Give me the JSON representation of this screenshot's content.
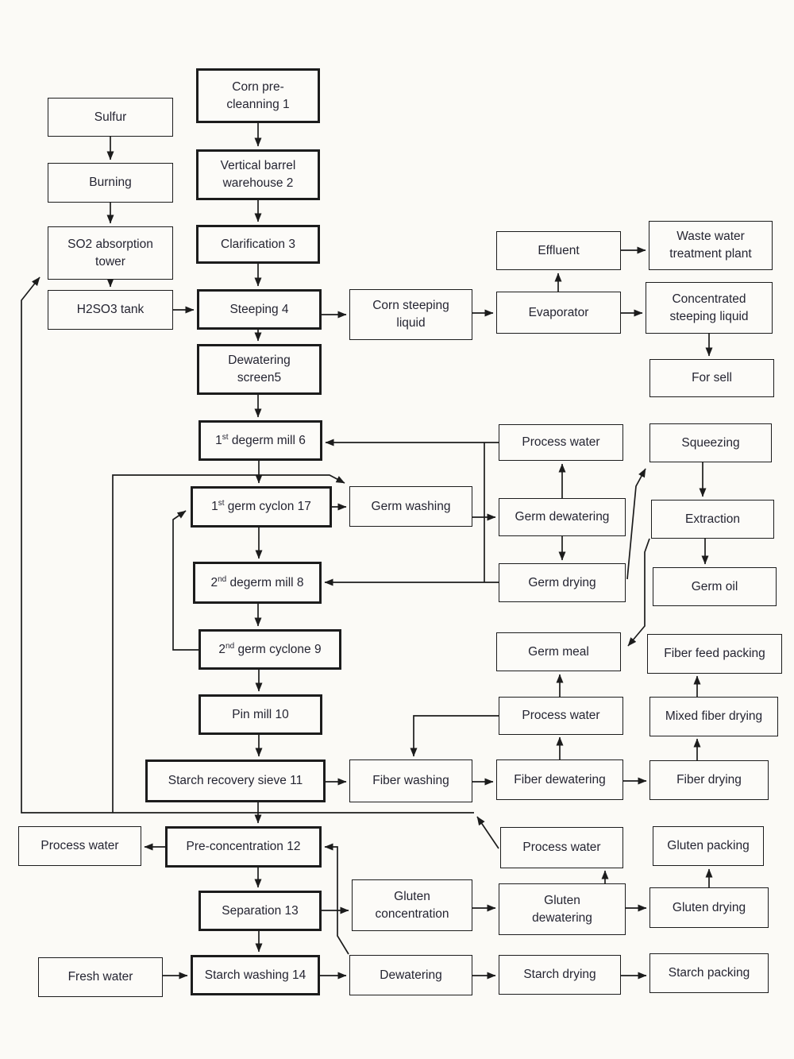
{
  "diagram": {
    "type": "process-flowchart",
    "subject": "Corn wet milling / starch production process",
    "colors": {
      "line": "#1c1c1c",
      "box_border": "#1c1c1c",
      "text": "#252532",
      "background": "#fbfaf6"
    }
  },
  "nodes": {
    "sulfur": {
      "label": "Sulfur"
    },
    "burning": {
      "label": "Burning"
    },
    "so2_tower": {
      "label": "SO2 absorption tower"
    },
    "h2so3_tank": {
      "label": "H2SO3 tank"
    },
    "process_water_left": {
      "label": "Process water"
    },
    "fresh_water": {
      "label": "Fresh water"
    },
    "corn_precleaning": {
      "label": "Corn pre-cleanning 1"
    },
    "vertical_barrel": {
      "label": "Vertical barrel warehouse 2"
    },
    "clarification": {
      "label": "Clarification 3"
    },
    "steeping": {
      "label": "Steeping 4"
    },
    "dewatering_screen": {
      "label": "Dewatering screen5"
    },
    "degerm_mill_1": {
      "label": "1st degerm mill 6"
    },
    "germ_cyclone_1": {
      "label": "1st germ cyclon 17"
    },
    "degerm_mill_2": {
      "label": "2nd degerm mill 8"
    },
    "germ_cyclone_2": {
      "label": "2nd germ cyclone 9"
    },
    "pin_mill": {
      "label": "Pin mill 10"
    },
    "starch_recovery_sieve": {
      "label": "Starch recovery sieve 11"
    },
    "pre_concentration": {
      "label": "Pre-concentration 12"
    },
    "separation": {
      "label": "Separation 13"
    },
    "starch_washing": {
      "label": "Starch washing 14"
    },
    "corn_steeping_liquid": {
      "label": "Corn steeping liquid"
    },
    "germ_washing": {
      "label": "Germ washing"
    },
    "fiber_washing": {
      "label": "Fiber washing"
    },
    "gluten_concentration": {
      "label": "Gluten concentration"
    },
    "dewatering": {
      "label": "Dewatering"
    },
    "effluent": {
      "label": "Effluent"
    },
    "evaporator": {
      "label": "Evaporator"
    },
    "process_water_germ": {
      "label": "Process water"
    },
    "germ_dewatering": {
      "label": "Germ dewatering"
    },
    "germ_drying": {
      "label": "Germ drying"
    },
    "germ_meal": {
      "label": "Germ meal"
    },
    "process_water_fiber": {
      "label": "Process water"
    },
    "fiber_dewatering": {
      "label": "Fiber dewatering"
    },
    "process_water_gluten": {
      "label": "Process water"
    },
    "gluten_dewatering": {
      "label": "Gluten dewatering"
    },
    "starch_drying": {
      "label": "Starch drying"
    },
    "waste_water_plant": {
      "label": "Waste water treatment plant"
    },
    "concentrated_steeping": {
      "label": "Concentrated steeping liquid"
    },
    "for_sell": {
      "label": "For sell"
    },
    "squeezing": {
      "label": "Squeezing"
    },
    "extraction": {
      "label": "Extraction"
    },
    "germ_oil": {
      "label": "Germ oil"
    },
    "fiber_feed_packing": {
      "label": "Fiber feed packing"
    },
    "mixed_fiber_drying": {
      "label": "Mixed fiber drying"
    },
    "fiber_drying": {
      "label": "Fiber drying"
    },
    "gluten_packing": {
      "label": "Gluten packing"
    },
    "gluten_drying": {
      "label": "Gluten drying"
    },
    "starch_packing": {
      "label": "Starch packing"
    }
  },
  "edges": [
    "Sulfur -> Burning",
    "Burning -> SO2 absorption tower",
    "SO2 absorption tower -> H2SO3 tank",
    "H2SO3 tank -> Steeping 4",
    "Corn pre-cleanning 1 -> Vertical barrel warehouse 2",
    "Vertical barrel warehouse 2 -> Clarification 3",
    "Clarification 3 -> Steeping 4",
    "Steeping 4 -> Dewatering screen5",
    "Steeping 4 -> Corn steeping liquid",
    "Corn steeping liquid -> Evaporator",
    "Evaporator -> Effluent",
    "Effluent -> Waste water treatment plant",
    "Evaporator -> Concentrated steeping liquid",
    "Concentrated steeping liquid -> For sell",
    "Dewatering screen5 -> 1st degerm mill 6",
    "1st degerm mill 6 -> 1st germ cyclon 17",
    "1st degerm mill 6 -> Germ washing",
    "1st germ cyclon 17 -> 2nd degerm mill 8",
    "1st germ cyclon 17 -> Germ washing",
    "2nd degerm mill 8 -> 2nd germ cyclone 9",
    "2nd germ cyclone 9 -> 1st germ cyclon 17",
    "2nd germ cyclone 9 -> Pin mill 10",
    "Pin mill 10 -> Starch recovery sieve 11",
    "Process water (germ) -> 1st degerm mill 6",
    "Germ drying -> 2nd degerm mill 8",
    "Germ washing -> Germ dewatering",
    "Germ dewatering -> Process water (germ)",
    "Germ dewatering -> Germ drying",
    "Germ drying -> Squeezing",
    "Squeezing -> Extraction",
    "Extraction -> Germ oil",
    "Extraction -> Germ meal",
    "Process water (fiber) -> Germ meal",
    "Fiber dewatering -> Process water (fiber)",
    "Process water (fiber) -> Fiber washing",
    "Starch recovery sieve 11 -> Fiber washing",
    "Fiber washing -> Fiber dewatering",
    "Fiber dewatering -> Fiber drying",
    "Fiber drying -> Mixed fiber drying",
    "Mixed fiber drying -> Fiber feed packing",
    "Starch recovery sieve 11 -> Pre-concentration 12",
    "Pre-concentration 12 -> Process water (left)",
    "Pre-concentration 12 -> Separation 13",
    "Separation 13 -> Gluten concentration",
    "Separation 13 -> Starch washing 14",
    "Gluten concentration -> Gluten dewatering",
    "Gluten dewatering -> Process water (gluten)",
    "Gluten dewatering -> Gluten drying",
    "Gluten drying -> Gluten packing",
    "Process water (gluten) -> recycle bus -> SO2 absorption tower",
    "Process water (gluten) -> recycle bus -> Germ washing",
    "Fresh water -> Starch washing 14",
    "Starch washing 14 -> Dewatering",
    "Dewatering -> Pre-concentration 12",
    "Dewatering -> Starch drying",
    "Starch drying -> Starch packing"
  ]
}
